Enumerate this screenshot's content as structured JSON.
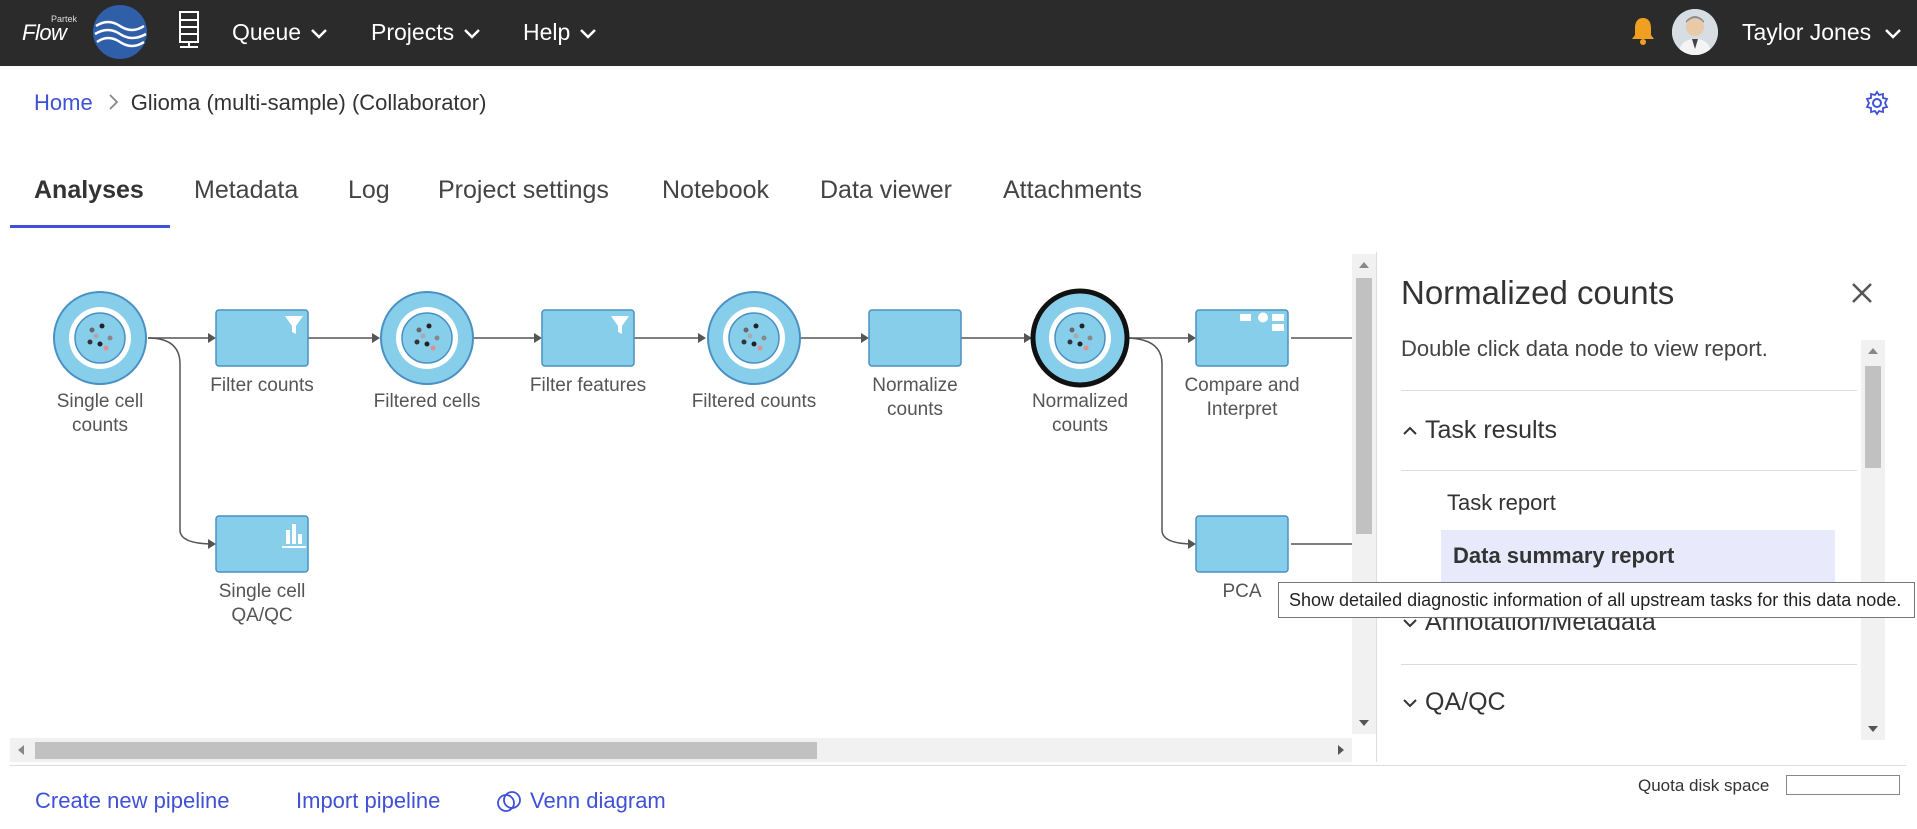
{
  "app": {
    "logo_small": "Partek",
    "logo_main": "Flow"
  },
  "nav": {
    "queue": "Queue",
    "projects": "Projects",
    "help": "Help",
    "user": "Taylor Jones"
  },
  "breadcrumb": {
    "home": "Home",
    "project": "Glioma (multi-sample) (Collaborator)"
  },
  "tabs": [
    "Analyses",
    "Metadata",
    "Log",
    "Project settings",
    "Notebook",
    "Data viewer",
    "Attachments"
  ],
  "pipeline": {
    "nodes": [
      {
        "label1": "Single cell",
        "label2": "counts"
      },
      {
        "label1": "Filter counts",
        "label2": ""
      },
      {
        "label1": "Filtered cells",
        "label2": ""
      },
      {
        "label1": "Filter features",
        "label2": ""
      },
      {
        "label1": "Filtered counts",
        "label2": ""
      },
      {
        "label1": "Normalize",
        "label2": "counts"
      },
      {
        "label1": "Normalized",
        "label2": "counts"
      },
      {
        "label1": "Compare and",
        "label2": "Interpret"
      },
      {
        "label1": "Single cell",
        "label2": "QA/QC"
      },
      {
        "label1": "PCA",
        "label2": ""
      }
    ]
  },
  "panel": {
    "title": "Normalized counts",
    "hint": "Double click data node to view report.",
    "sections": {
      "task_results": "Task results",
      "task_report": "Task report",
      "data_summary": "Data summary report",
      "annotation": "Annotation/Metadata",
      "qaqc": "QA/QC"
    },
    "tooltip": "Show detailed diagnostic information of all upstream tasks for this data node."
  },
  "bottom": {
    "create": "Create new pipeline",
    "import": "Import pipeline",
    "venn": "Venn diagram",
    "quota": "Quota disk space"
  },
  "colors": {
    "topbar": "#2b2b2b",
    "accent": "#3f51d6",
    "node_fill": "#87ceeb",
    "node_stroke": "#4a90c2",
    "bell": "#f0a020"
  }
}
